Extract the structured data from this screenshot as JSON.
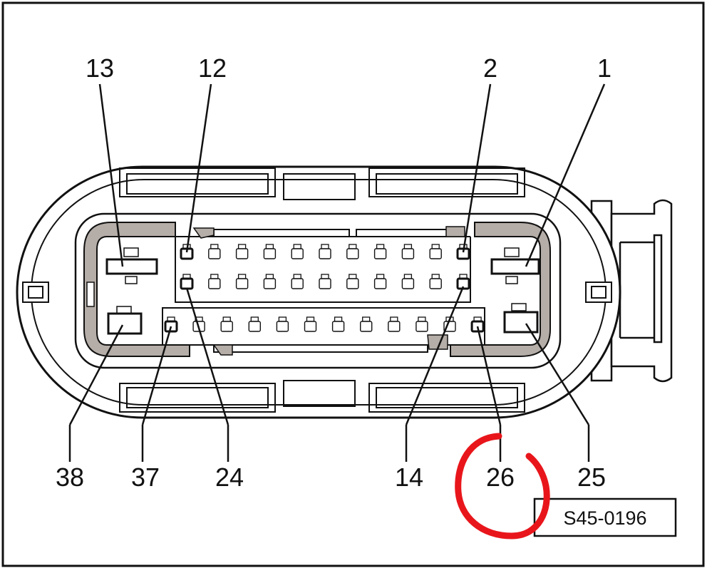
{
  "diagram": {
    "reference_code": "S45-0196",
    "pin_labels_top": [
      "13",
      "12",
      "2",
      "1"
    ],
    "pin_labels_bottom": [
      "38",
      "37",
      "24",
      "14",
      "26",
      "25"
    ],
    "highlighted_pin": "26",
    "highlight_color": "#e8161b",
    "housing_shade_color": "#b5ada7",
    "line_color": "#111111"
  }
}
